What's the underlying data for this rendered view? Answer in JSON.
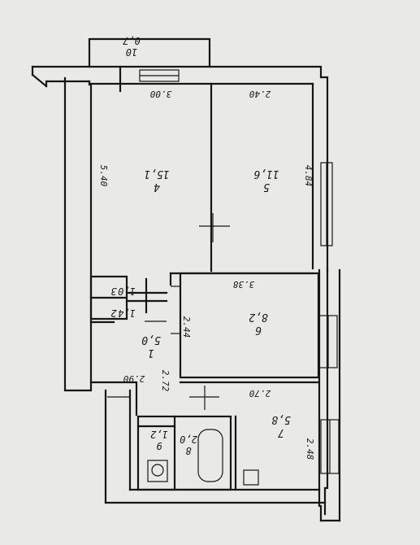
{
  "rooms": [
    {
      "id": "room-1",
      "number": "1",
      "area": "5,0"
    },
    {
      "id": "room-2",
      "number": "2",
      "area": "1,4"
    },
    {
      "id": "room-3",
      "number": "3",
      "area": "1,0"
    },
    {
      "id": "room-4",
      "number": "4",
      "area": "15,1"
    },
    {
      "id": "room-5",
      "number": "5",
      "area": "11,6"
    },
    {
      "id": "room-6",
      "number": "6",
      "area": "8,2"
    },
    {
      "id": "room-7",
      "number": "7",
      "area": "5,8"
    },
    {
      "id": "room-8",
      "number": "8",
      "area": "2,0"
    },
    {
      "id": "room-9",
      "number": "9",
      "area": "1,2"
    },
    {
      "id": "room-10",
      "number": "10",
      "area": "0,7"
    }
  ],
  "dimensions": {
    "d_300": "3.00",
    "d_240": "2.40",
    "d_540": "5.40",
    "d_484": "4.84",
    "d_338": "3.38",
    "d_244": "2.44",
    "d_272": "2.72",
    "d_290": "2.90",
    "d_270": "2.70",
    "d_248": "2.48"
  }
}
